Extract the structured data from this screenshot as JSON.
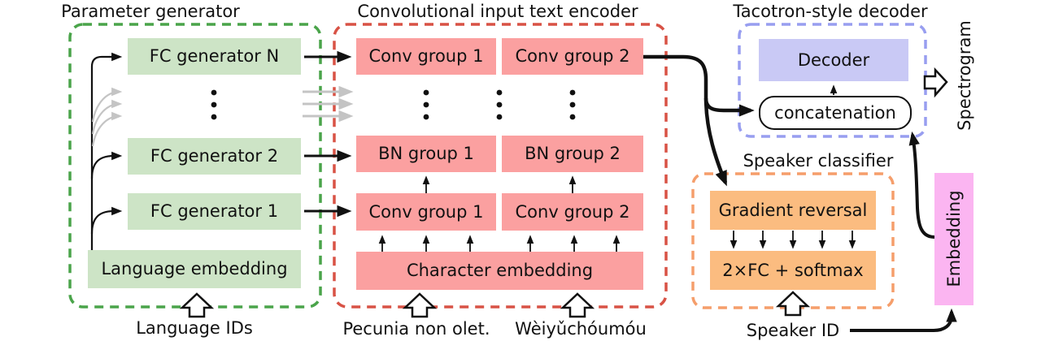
{
  "parameter_generator": {
    "title": "Parameter generator",
    "fc_generator_n": "FC generator N",
    "fc_generator_2": "FC generator 2",
    "fc_generator_1": "FC generator 1",
    "language_embedding": "Language embedding",
    "input_label": "Language IDs"
  },
  "text_encoder": {
    "title": "Convolutional input text encoder",
    "conv_group_1_top": "Conv group 1",
    "conv_group_2_top": "Conv group 2",
    "bn_group_1": "BN group 1",
    "bn_group_2": "BN group 2",
    "conv_group_1_bottom": "Conv group 1",
    "conv_group_2_bottom": "Conv group 2",
    "character_embedding": "Character embedding",
    "input_label_1": "Pecunia non olet.",
    "input_label_2": "Wèiyǔchóumóu"
  },
  "decoder": {
    "title": "Tacotron-style decoder",
    "decoder_box": "Decoder",
    "concatenation": "concatenation",
    "output_label": "Spectrogram"
  },
  "speaker_classifier": {
    "title": "Speaker classifier",
    "gradient_reversal": "Gradient reversal",
    "fc_softmax": "2×FC + softmax",
    "input_label": "Speaker ID"
  },
  "speaker_embedding": {
    "label": "Embedding"
  },
  "colors": {
    "green_box": "#cde4c6",
    "green_dash": "#4aa44a",
    "pink_box": "#fba0a0",
    "red_dash": "#d85245",
    "purple_box": "#c9c9f5",
    "blue_dash": "#989ef0",
    "orange_box": "#fbbc80",
    "orange_dash": "#f59e6b",
    "magenta_box": "#fbb5f1",
    "gray_arrow": "#c4c4c4",
    "line": "#111111"
  }
}
